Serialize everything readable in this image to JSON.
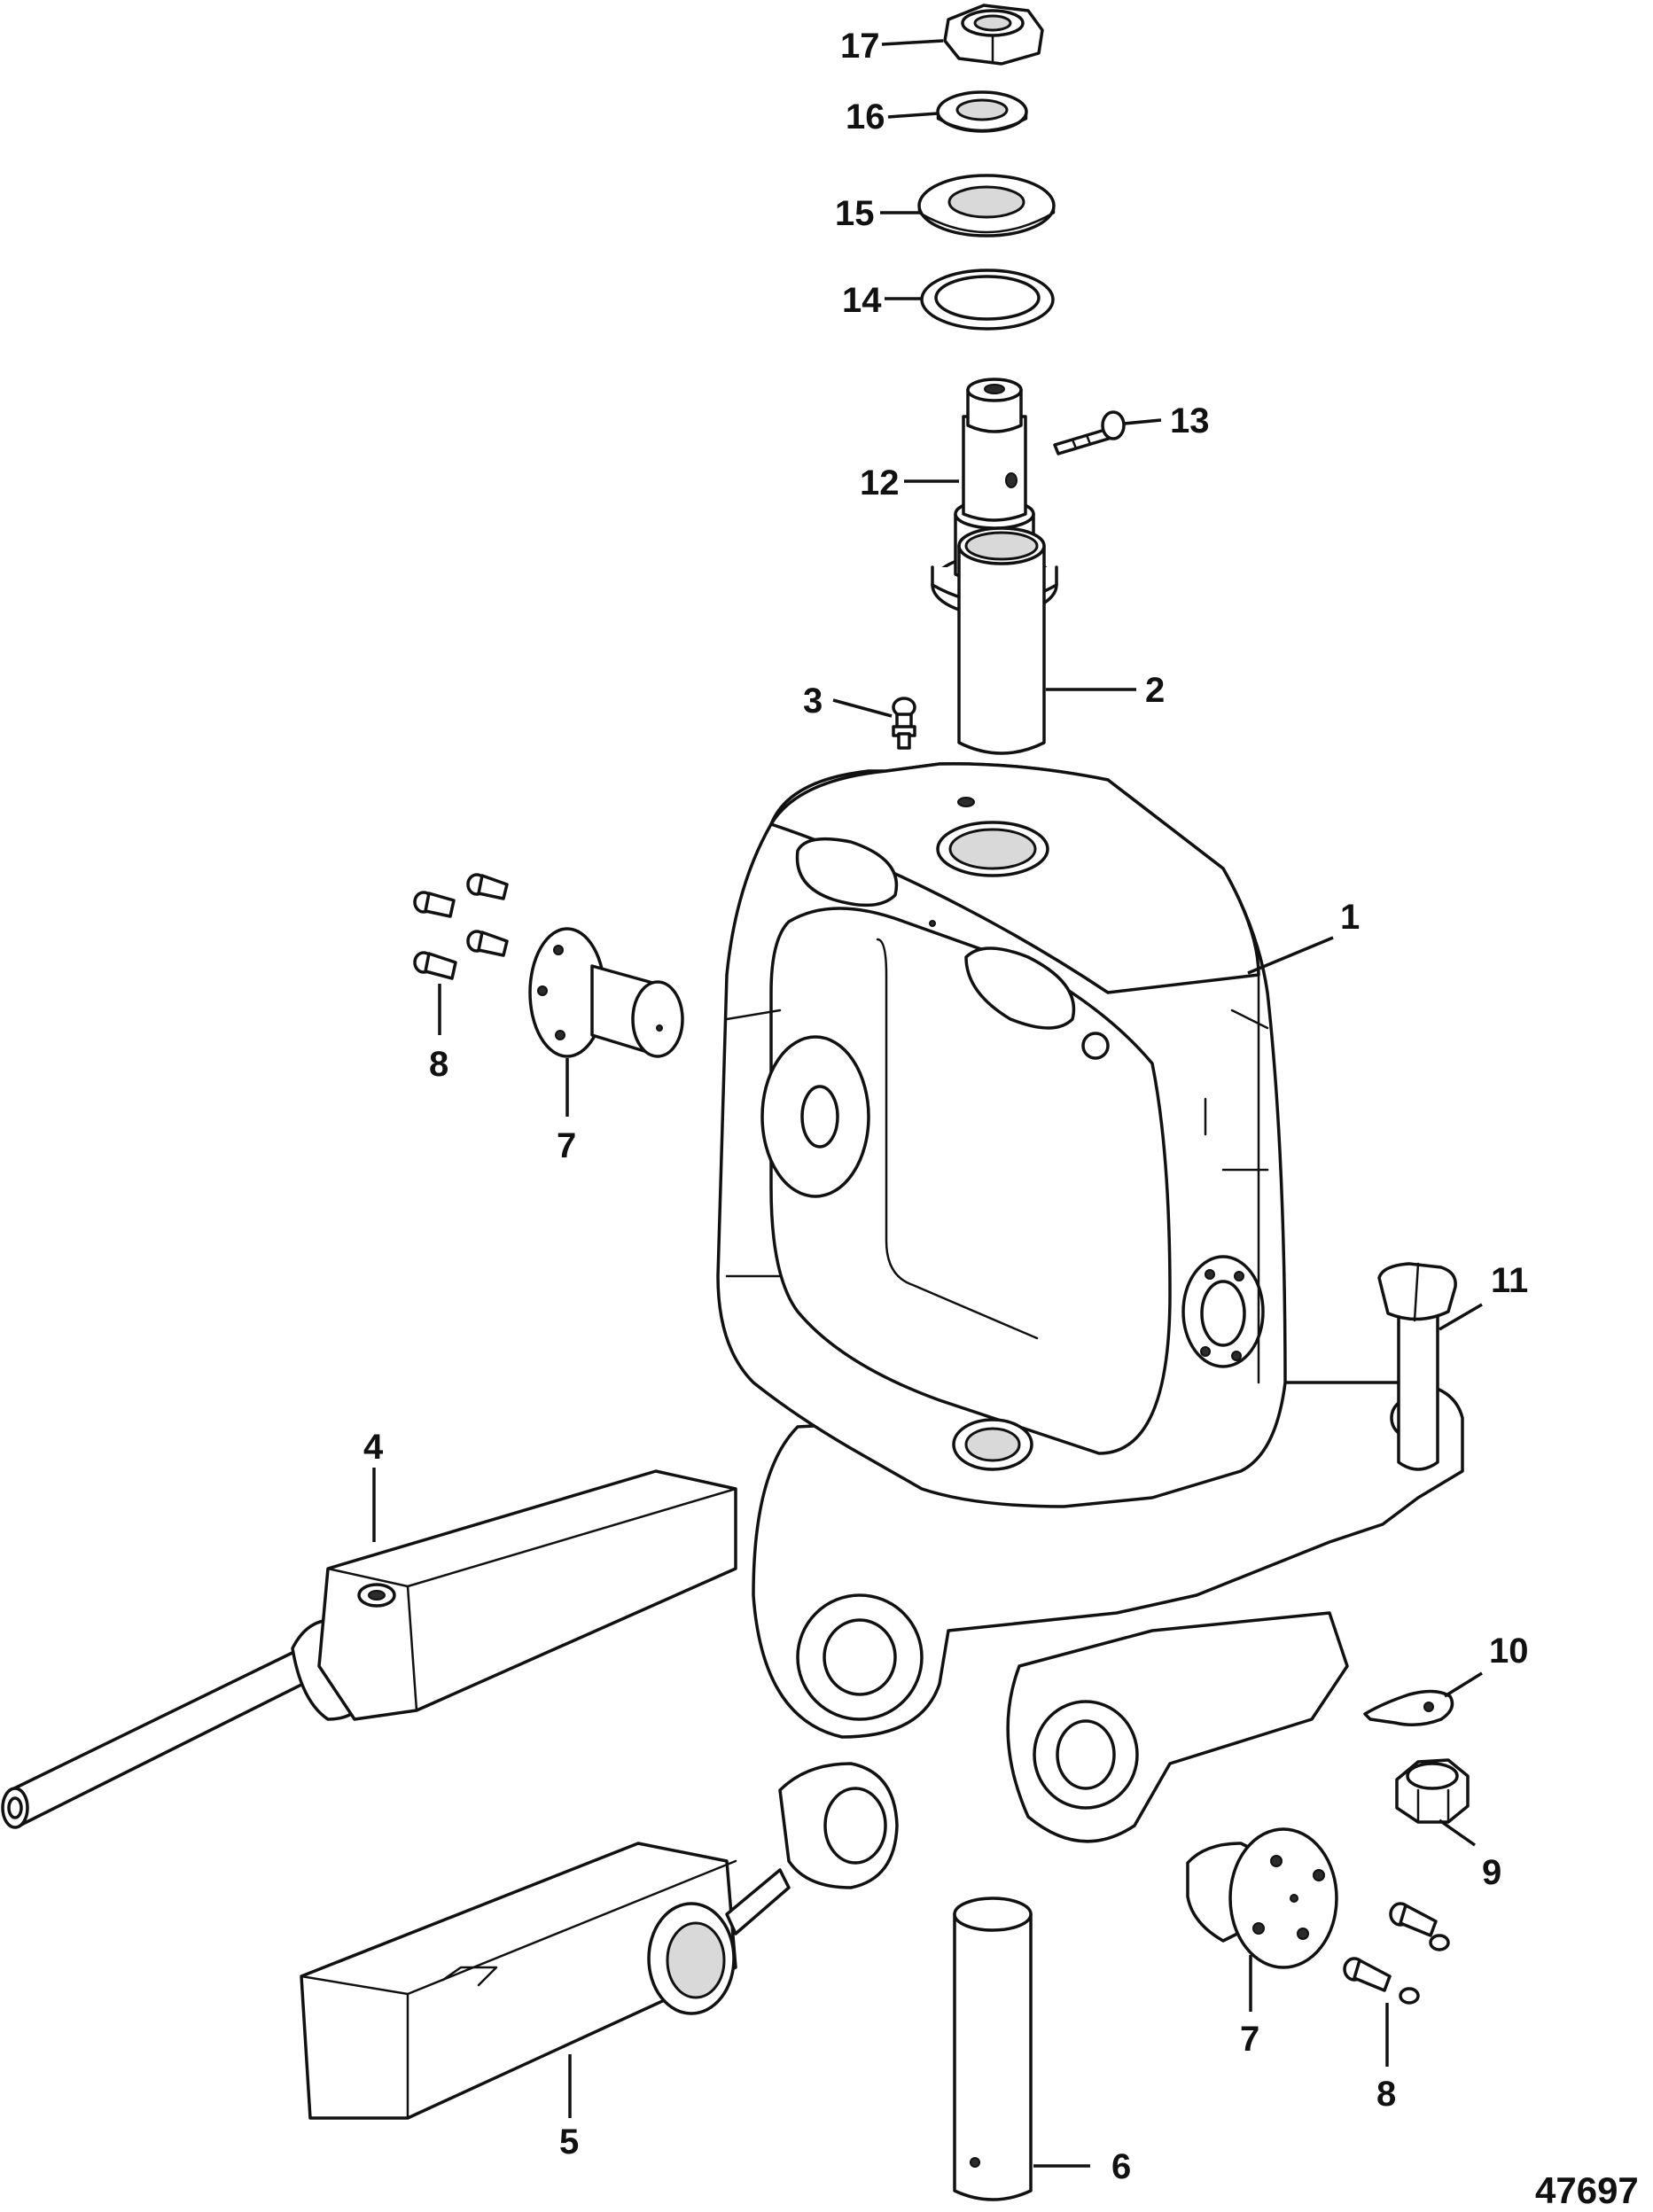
{
  "figure": {
    "number": "47697"
  },
  "callouts": [
    {
      "id": "c17",
      "label": "17"
    },
    {
      "id": "c16",
      "label": "16"
    },
    {
      "id": "c15",
      "label": "15"
    },
    {
      "id": "c14",
      "label": "14"
    },
    {
      "id": "c13",
      "label": "13"
    },
    {
      "id": "c12",
      "label": "12"
    },
    {
      "id": "c3",
      "label": "3"
    },
    {
      "id": "c2",
      "label": "2"
    },
    {
      "id": "c1",
      "label": "1"
    },
    {
      "id": "c8a",
      "label": "8"
    },
    {
      "id": "c7a",
      "label": "7"
    },
    {
      "id": "c11",
      "label": "11"
    },
    {
      "id": "c4",
      "label": "4"
    },
    {
      "id": "c10",
      "label": "10"
    },
    {
      "id": "c9",
      "label": "9"
    },
    {
      "id": "c7b",
      "label": "7"
    },
    {
      "id": "c8b",
      "label": "8"
    },
    {
      "id": "c5",
      "label": "5"
    },
    {
      "id": "c6",
      "label": "6"
    }
  ]
}
